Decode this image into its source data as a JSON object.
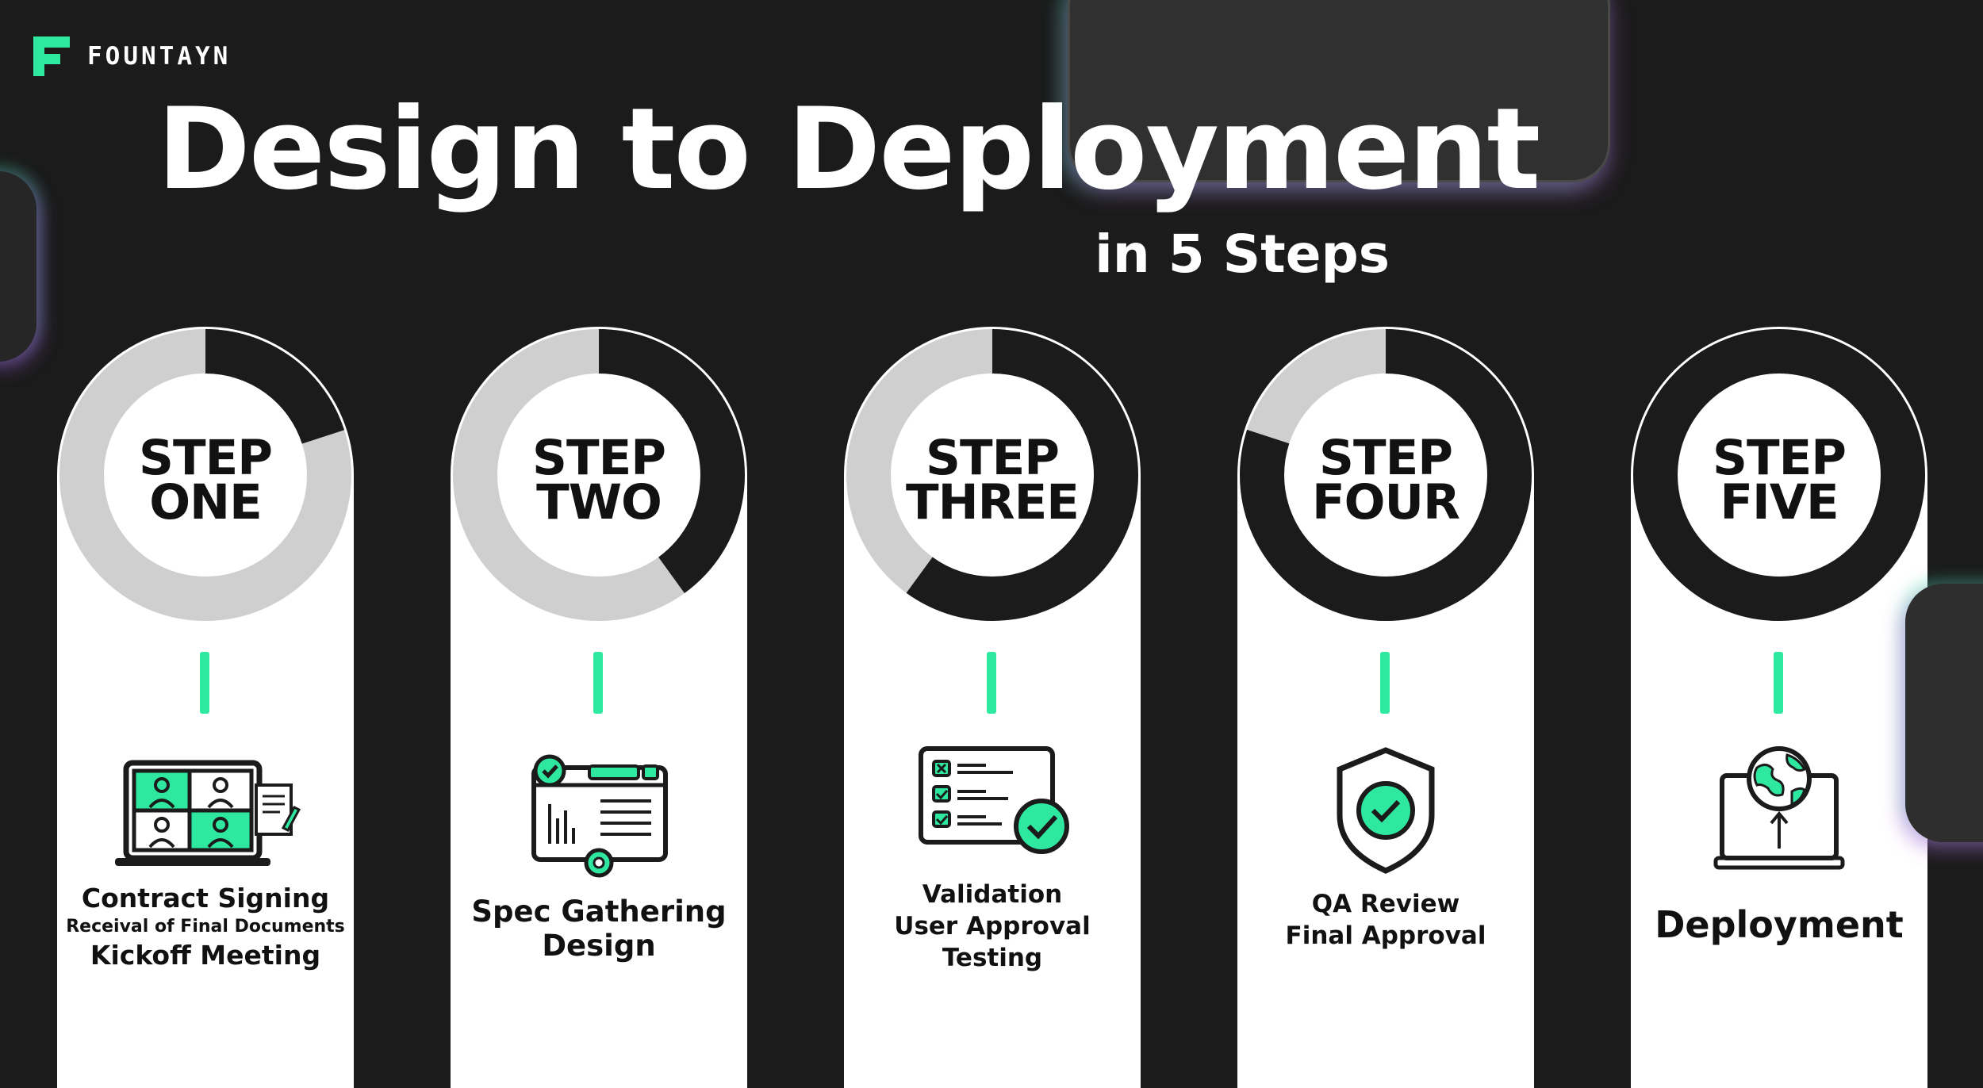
{
  "brand": {
    "name": "FOUNTAYN"
  },
  "headline": {
    "title": "Design to Deployment",
    "subtitle": "in 5 Steps"
  },
  "colors": {
    "accent": "#2EE8A0",
    "background": "#1B1B1B",
    "ring_track": "#CFCFCF",
    "ring_fill": "#1B1B1B"
  },
  "steps": [
    {
      "label_top": "STEP",
      "label_bottom": "ONE",
      "progress": 0.2,
      "icon": "video-call-contract-icon",
      "lines": [
        "Contract Signing",
        "Receival of Final Documents",
        "Kickoff Meeting"
      ]
    },
    {
      "label_top": "STEP",
      "label_bottom": "TWO",
      "progress": 0.4,
      "icon": "design-spec-icon",
      "lines": [
        "Spec Gathering",
        "Design"
      ]
    },
    {
      "label_top": "STEP",
      "label_bottom": "THREE",
      "progress": 0.6,
      "icon": "checklist-validation-icon",
      "lines": [
        "Validation",
        "User Approval Testing"
      ]
    },
    {
      "label_top": "STEP",
      "label_bottom": "FOUR",
      "progress": 0.8,
      "icon": "shield-check-icon",
      "lines": [
        "QA Review",
        "Final Approval"
      ]
    },
    {
      "label_top": "STEP",
      "label_bottom": "FIVE",
      "progress": 1.0,
      "icon": "globe-upload-icon",
      "lines": [
        "Deployment"
      ]
    }
  ]
}
